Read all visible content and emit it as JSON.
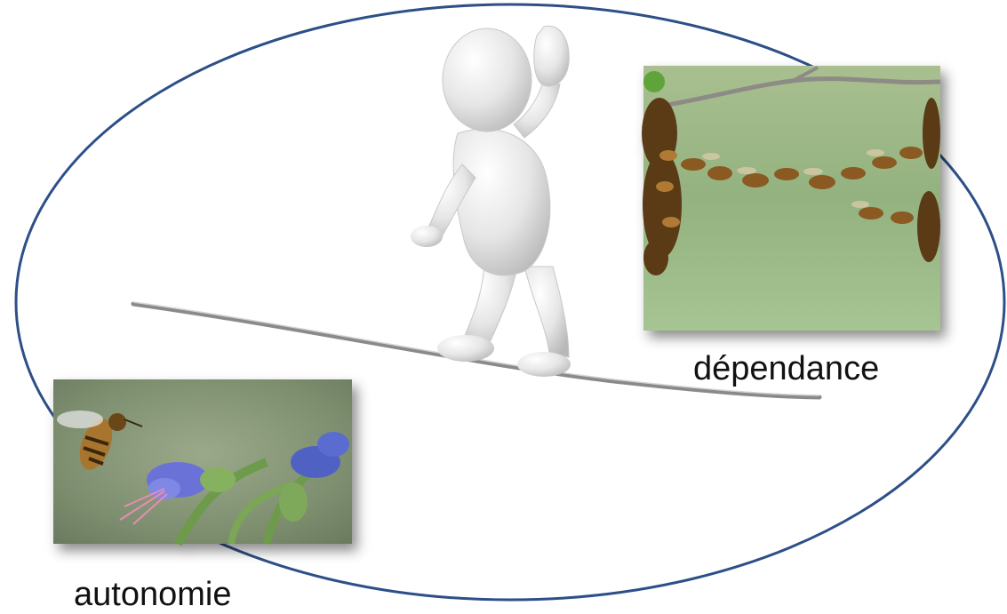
{
  "captions": {
    "right": "dépendance",
    "left": "autonomie"
  },
  "colors": {
    "ellipse": "#2d4f88",
    "rope": "#8a8a8a",
    "figure": "#e9e9e9",
    "figure_shadow": "#bdbdbd",
    "photo_background_green": "#9fb98a",
    "bee_body": "#9a6a2a",
    "flower": "#6a72d8"
  },
  "icons": {
    "figure": "tightrope-walker-figure",
    "photo_right": "bee-chain-photo",
    "photo_left": "bee-on-flower-photo"
  }
}
